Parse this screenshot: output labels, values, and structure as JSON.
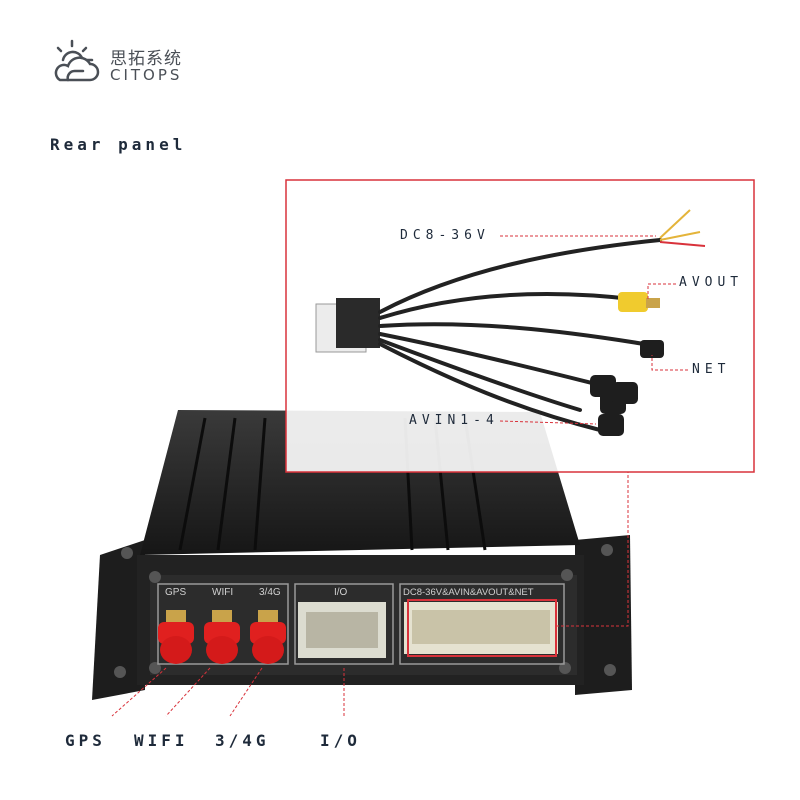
{
  "brand": {
    "name_cn": "思拓系统",
    "name_en": "CITOPS"
  },
  "title": "Rear panel",
  "callouts": {
    "power": "DC8-36V",
    "avout": "AVOUT",
    "net": "NET",
    "avin": "AVIN1-4"
  },
  "panel_labels": {
    "gps": "GPS",
    "wifi": "WIFI",
    "cell": "3/4G",
    "io": "I/O",
    "main": "DC8-36V&AVIN&AVOUT&NET"
  },
  "bottom_labels": {
    "gps": "GPS",
    "wifi": "WIFI",
    "cell": "3/4G",
    "io": "I/O"
  },
  "colors": {
    "frame_red": "#d9323b",
    "text_dark": "#1e2a3a",
    "antenna_red": "#e0201f",
    "device_black": "#1b1b1b",
    "panel_grey": "#2c2c2c"
  },
  "icons": [
    "cloud-sun-logo-icon"
  ]
}
